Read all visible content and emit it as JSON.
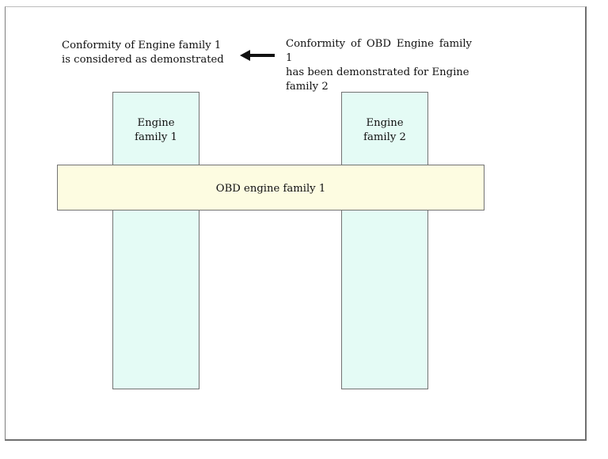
{
  "notes": {
    "left": "Conformity of Engine family 1\nis considered as demonstrated",
    "right": "Conformity of OBD Engine family 1\nhas been demonstrated for Engine\nfamily 2"
  },
  "icons": {
    "arrow": "arrow-left-icon"
  },
  "columns": [
    {
      "label": "Engine\nfamily 1"
    },
    {
      "label": "Engine\nfamily 2"
    }
  ],
  "band": {
    "label": "OBD engine family 1"
  },
  "colors": {
    "column_fill": "#e4fbf5",
    "band_fill": "#fdfce1",
    "border": "#737373"
  }
}
